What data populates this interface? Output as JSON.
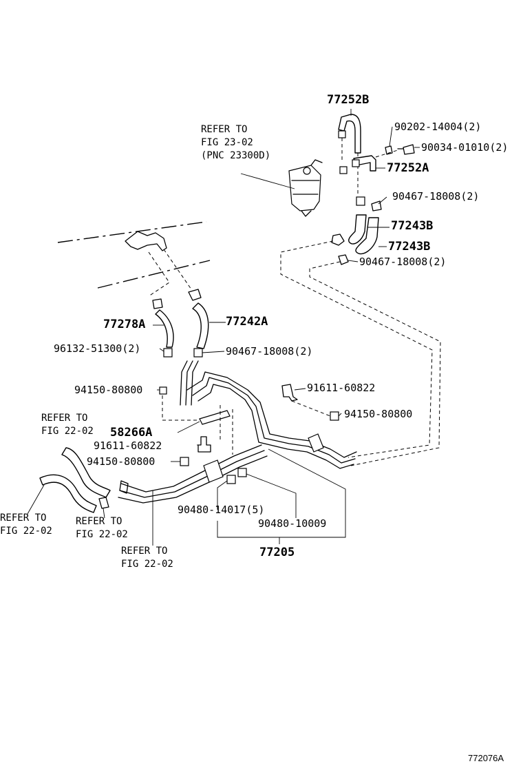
{
  "diagram_code": "772076A",
  "labels": {
    "p77252B": "77252B",
    "p90202_14004": "90202-14004(2)",
    "p90034_01010": "90034-01010(2)",
    "p77252A": "77252A",
    "p90467_top": "90467-18008(2)",
    "p77243B_a": "77243B",
    "p77243B_b": "77243B",
    "p90467_mid": "90467-18008(2)",
    "p77278A": "77278A",
    "p77242A": "77242A",
    "p96132_51300": "96132-51300(2)",
    "p90467_left": "90467-18008(2)",
    "p94150_a": "94150-80800",
    "p91611_a": "91611-60822",
    "p94150_b": "94150-80800",
    "p58266A": "58266A",
    "p91611_b": "91611-60822",
    "p94150_c": "94150-80800",
    "p90480_14017": "90480-14017(5)",
    "p90480_10009": "90480-10009",
    "p77205": "77205"
  },
  "refs": {
    "fig23": "REFER TO\nFIG 23-02\n(PNC 23300D)",
    "fig22_top": "REFER TO\nFIG 22-02",
    "fig22_left": "REFER TO\nFIG 22-02",
    "fig22_mid": "REFER TO\nFIG 22-02",
    "fig22_bottom": "REFER TO\nFIG 22-02"
  }
}
